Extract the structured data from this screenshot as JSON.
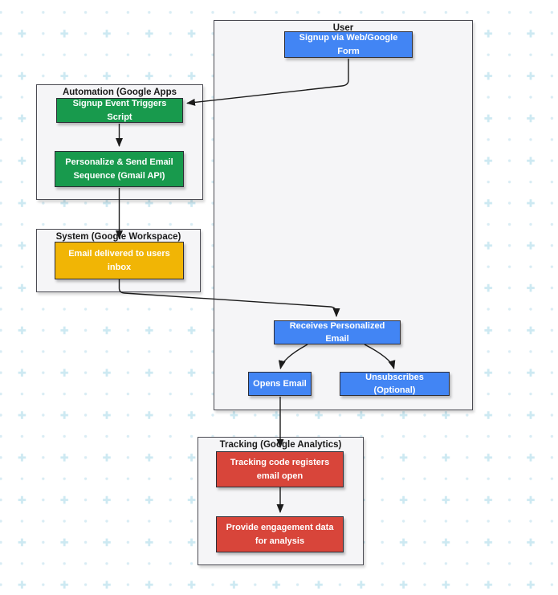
{
  "diagram": {
    "kind": "flowchart",
    "groups": {
      "user": {
        "title": "User"
      },
      "automation": {
        "title": "Automation (Google Apps"
      },
      "system": {
        "title": "System (Google Workspace)"
      },
      "tracking": {
        "title": "Tracking (Google Analytics)"
      }
    },
    "nodes": {
      "signup": {
        "label": "Signup via Web/Google Form",
        "color": "#4285f4",
        "group": "user"
      },
      "trigger": {
        "label": "Signup Event Triggers Script",
        "color": "#189a4d",
        "group": "automation"
      },
      "personalize": {
        "label": "Personalize & Send Email Sequence (Gmail API)",
        "color": "#189a4d",
        "group": "automation"
      },
      "delivered": {
        "label": "Email delivered to users inbox",
        "color": "#f1b505",
        "group": "system"
      },
      "receives": {
        "label": "Receives Personalized Email",
        "color": "#4285f4",
        "group": "user"
      },
      "opens": {
        "label": "Opens Email",
        "color": "#4285f4",
        "group": "user"
      },
      "unsubscribes": {
        "label": "Unsubscribes (Optional)",
        "color": "#4285f4",
        "group": "user"
      },
      "trackcode": {
        "label": "Tracking code registers email open",
        "color": "#d8453a",
        "group": "tracking"
      },
      "engagement": {
        "label": "Provide engagement data for analysis",
        "color": "#d8453a",
        "group": "tracking"
      }
    },
    "edges": [
      {
        "from": "signup",
        "to": "trigger"
      },
      {
        "from": "trigger",
        "to": "personalize"
      },
      {
        "from": "personalize",
        "to": "delivered"
      },
      {
        "from": "delivered",
        "to": "receives"
      },
      {
        "from": "receives",
        "to": "opens"
      },
      {
        "from": "receives",
        "to": "unsubscribes"
      },
      {
        "from": "opens",
        "to": "trackcode"
      },
      {
        "from": "trackcode",
        "to": "engagement"
      }
    ]
  },
  "colors": {
    "edge": "#1b1b1b",
    "node_border": "#2d2d36",
    "node_text": "#ffffff",
    "group_fill": "#f5f5f7",
    "group_border": "#4a4a52",
    "title_text": "#1a1a1a",
    "canvas_dot": "#d8ecf4",
    "canvas_plus": "#cde9f2"
  }
}
